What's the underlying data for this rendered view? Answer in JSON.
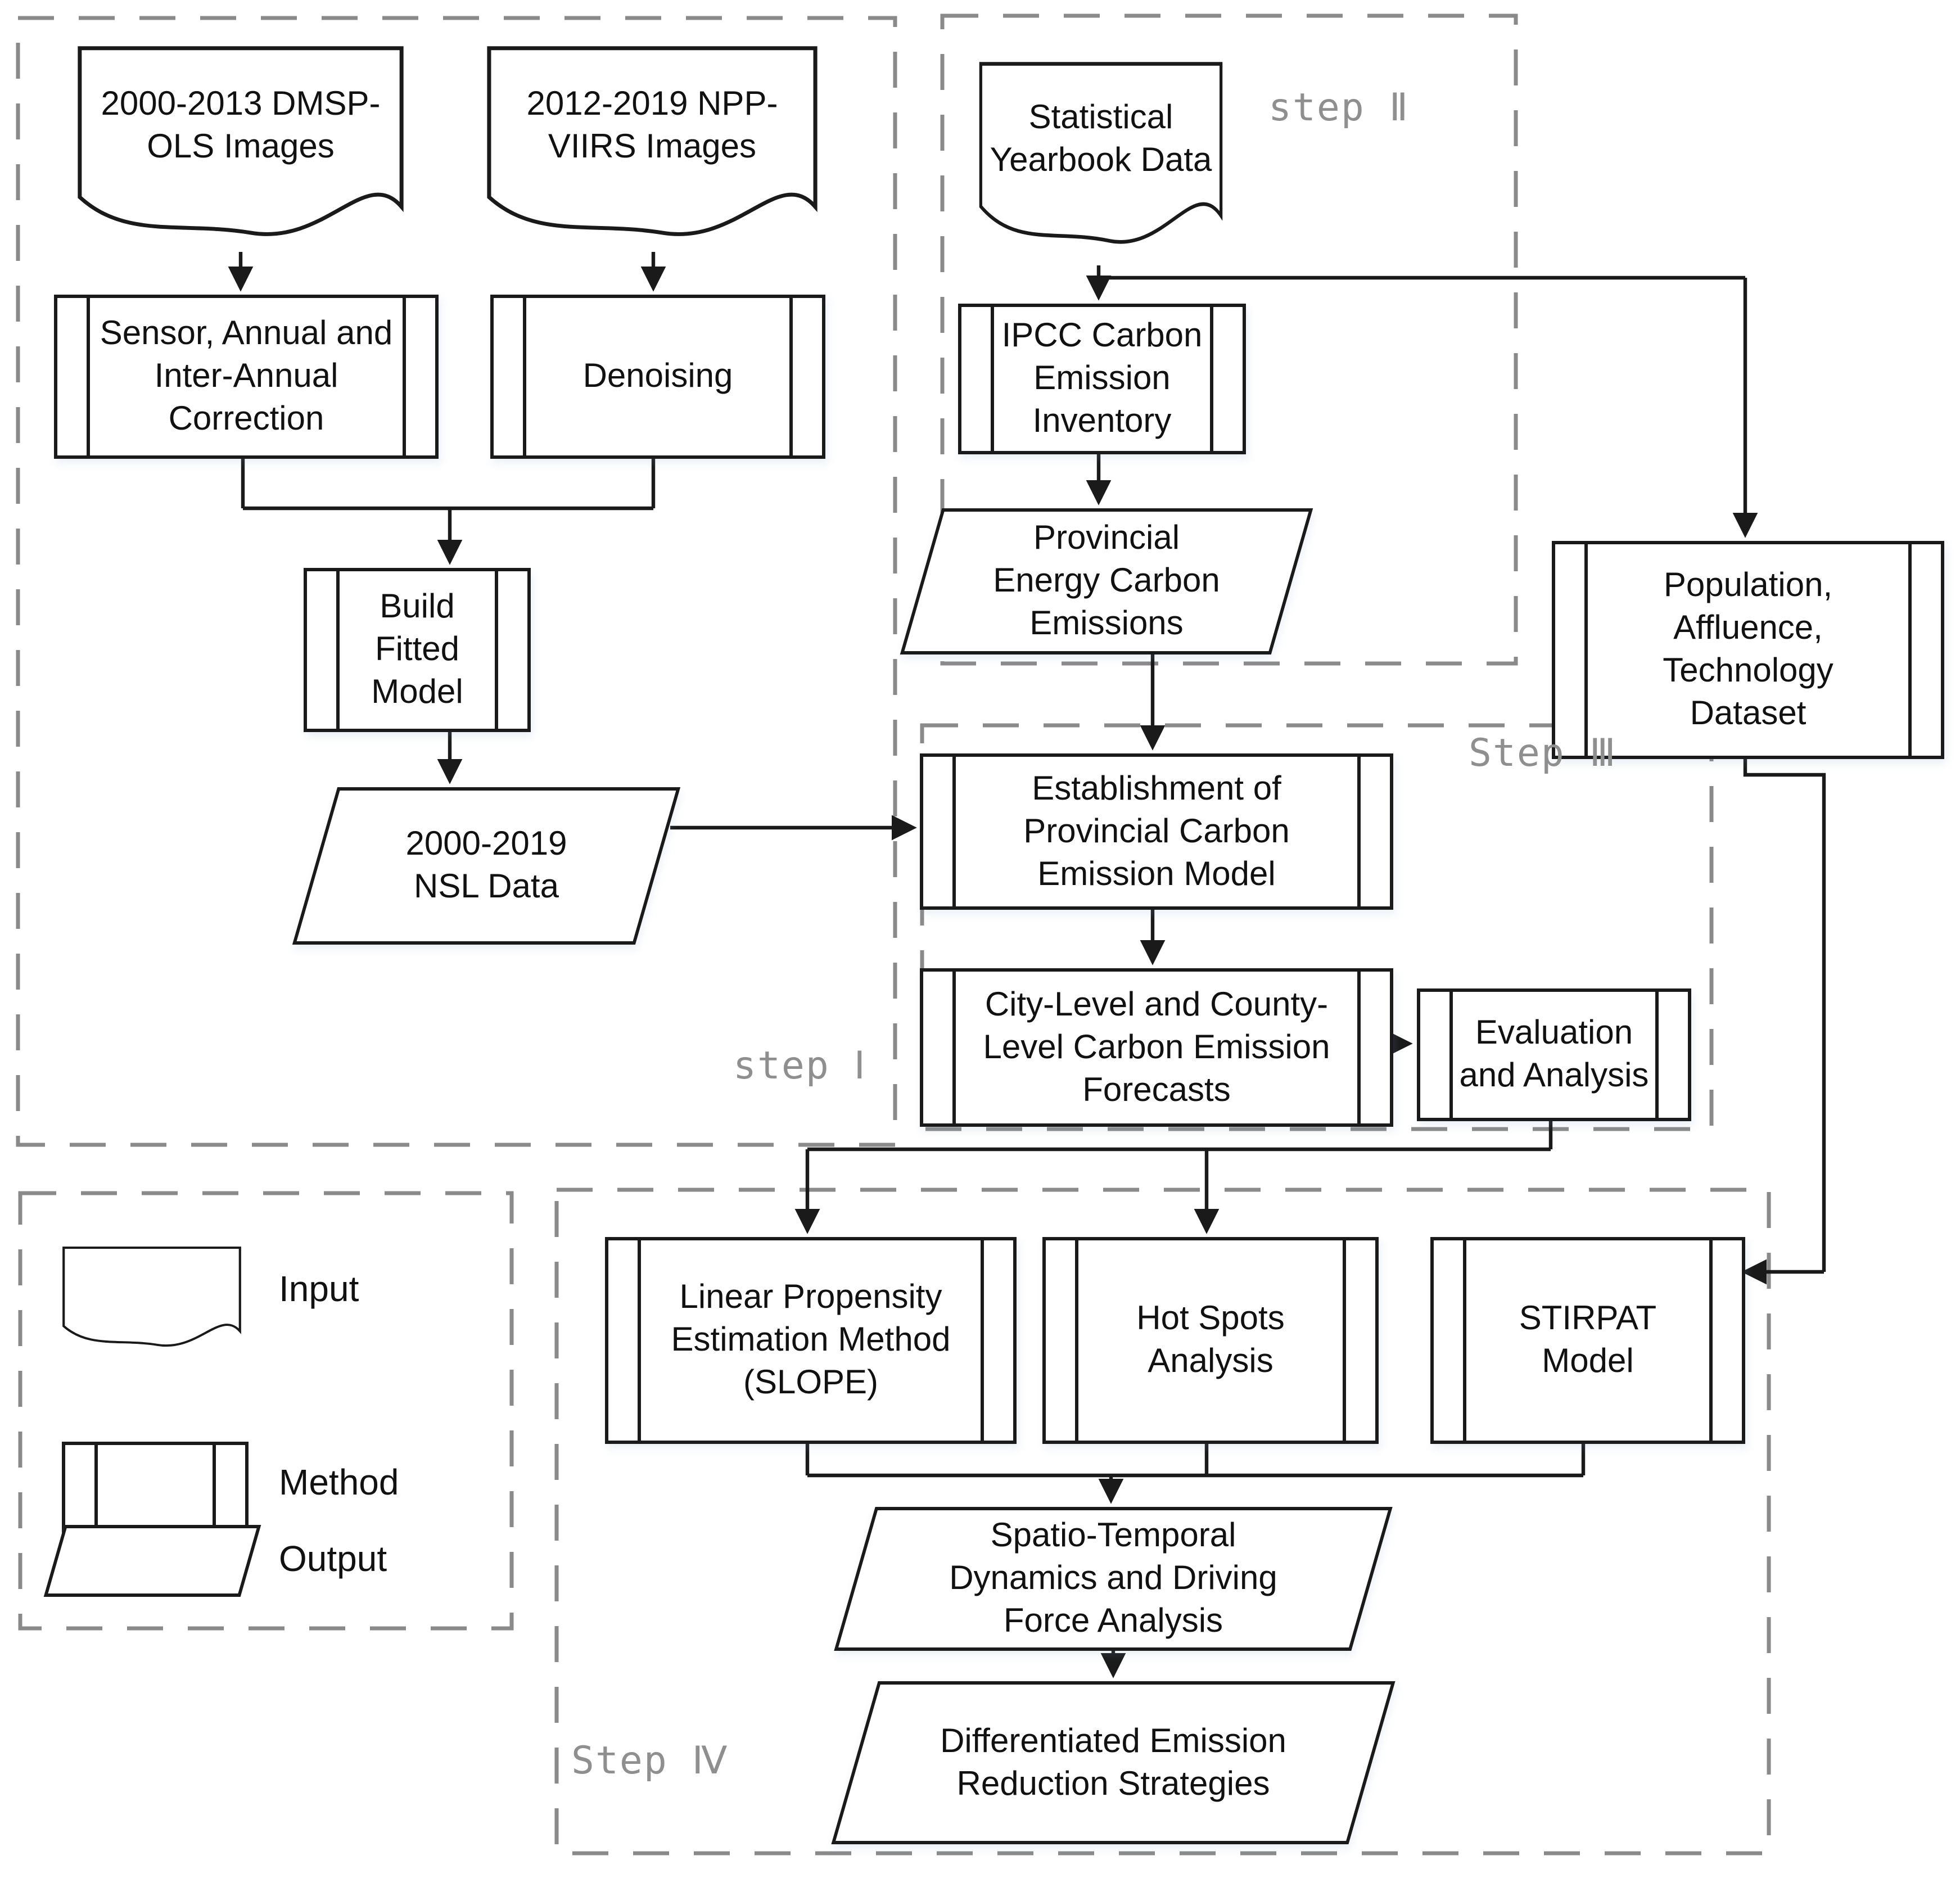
{
  "figure_type": "methodology-flowchart",
  "colors": {
    "stroke": "#1a1a1a",
    "dashed_border": "#8a8a8a",
    "step_label": "#8f8f8f",
    "background": "#ffffff",
    "text": "#111111"
  },
  "steps": {
    "step1": {
      "label": "step Ⅰ"
    },
    "step2": {
      "label": "step Ⅱ"
    },
    "step3": {
      "label": "Step Ⅲ"
    },
    "step4": {
      "label": "Step Ⅳ"
    }
  },
  "legend": {
    "input": "Input",
    "method": "Method",
    "output": "Output"
  },
  "nodes": {
    "dmsp": {
      "label": "2000-2013 DMSP-OLS Images",
      "type": "input"
    },
    "npp": {
      "label": "2012-2019 NPP-VIIRS Images",
      "type": "input"
    },
    "sensor": {
      "label": "Sensor, Annual and Inter-Annual Correction",
      "type": "method"
    },
    "denoise": {
      "label": "Denoising",
      "type": "method"
    },
    "build": {
      "label": "Build Fitted Model",
      "type": "method"
    },
    "nsl": {
      "label": "2000-2019 NSL Data",
      "type": "output"
    },
    "yearbook": {
      "label": "Statistical Yearbook Data",
      "type": "input"
    },
    "ipcc": {
      "label": "IPCC Carbon Emission Inventory",
      "type": "method"
    },
    "prov": {
      "label": "Provincial Energy Carbon Emissions",
      "type": "output"
    },
    "pop": {
      "label": "Population, Affluence, Technology Dataset",
      "type": "method"
    },
    "estab": {
      "label": "Establishment of Provincial Carbon Emission Model",
      "type": "method"
    },
    "city": {
      "label": "City-Level and County-Level Carbon Emission Forecasts",
      "type": "method"
    },
    "eval": {
      "label": "Evaluation and Analysis",
      "type": "method"
    },
    "slope": {
      "label": "Linear Propensity Estimation Method (SLOPE)",
      "type": "method"
    },
    "hot": {
      "label": "Hot Spots Analysis",
      "type": "method"
    },
    "stirpat": {
      "label": "STIRPAT Model",
      "type": "method"
    },
    "spatio": {
      "label": "Spatio-Temporal Dynamics and Driving Force Analysis",
      "type": "output"
    },
    "diff": {
      "label": "Differentiated Emission Reduction Strategies",
      "type": "output"
    }
  },
  "edges": [
    {
      "from": "dmsp",
      "to": "sensor"
    },
    {
      "from": "npp",
      "to": "denoise"
    },
    {
      "from": "sensor",
      "to": "build"
    },
    {
      "from": "denoise",
      "to": "build"
    },
    {
      "from": "build",
      "to": "nsl"
    },
    {
      "from": "nsl",
      "to": "estab"
    },
    {
      "from": "yearbook",
      "to": "ipcc"
    },
    {
      "from": "yearbook",
      "to": "pop"
    },
    {
      "from": "ipcc",
      "to": "prov"
    },
    {
      "from": "prov",
      "to": "estab"
    },
    {
      "from": "estab",
      "to": "city"
    },
    {
      "from": "city",
      "to": "eval"
    },
    {
      "from": "eval",
      "to": "slope"
    },
    {
      "from": "eval",
      "to": "hot"
    },
    {
      "from": "pop",
      "to": "stirpat"
    },
    {
      "from": "slope",
      "to": "spatio"
    },
    {
      "from": "hot",
      "to": "spatio"
    },
    {
      "from": "stirpat",
      "to": "spatio"
    },
    {
      "from": "spatio",
      "to": "diff"
    }
  ]
}
